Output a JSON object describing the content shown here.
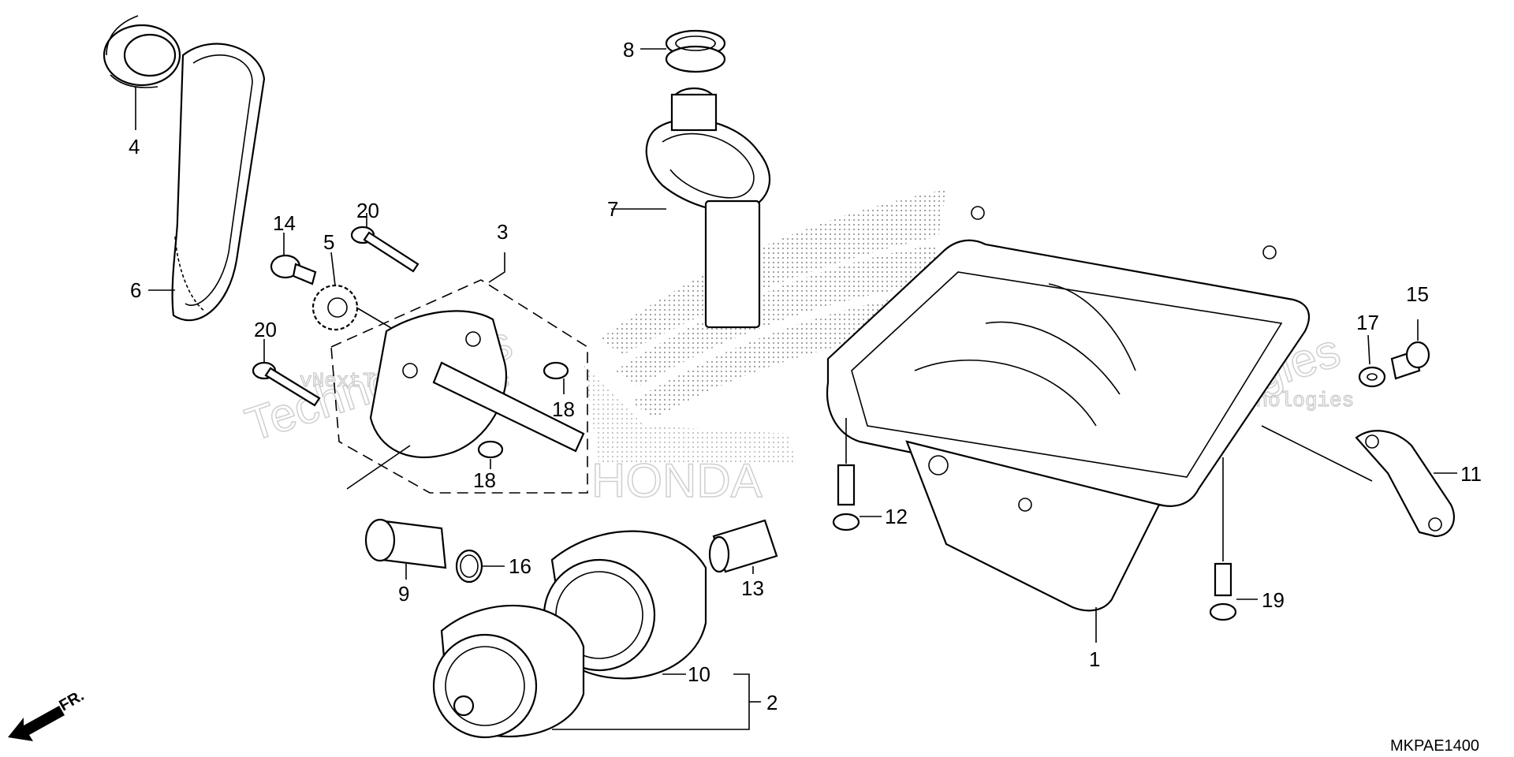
{
  "diagram": {
    "callouts": [
      {
        "id": "c1",
        "label": "1"
      },
      {
        "id": "c2",
        "label": "2"
      },
      {
        "id": "c3",
        "label": "3"
      },
      {
        "id": "c4",
        "label": "4"
      },
      {
        "id": "c5",
        "label": "5"
      },
      {
        "id": "c6",
        "label": "6"
      },
      {
        "id": "c7",
        "label": "7"
      },
      {
        "id": "c8",
        "label": "8"
      },
      {
        "id": "c9",
        "label": "9"
      },
      {
        "id": "c10",
        "label": "10"
      },
      {
        "id": "c11",
        "label": "11"
      },
      {
        "id": "c12",
        "label": "12"
      },
      {
        "id": "c13",
        "label": "13"
      },
      {
        "id": "c14",
        "label": "14"
      },
      {
        "id": "c15",
        "label": "15"
      },
      {
        "id": "c16",
        "label": "16"
      },
      {
        "id": "c17",
        "label": "17"
      },
      {
        "id": "c18a",
        "label": "18"
      },
      {
        "id": "c18b",
        "label": "18"
      },
      {
        "id": "c19",
        "label": "19"
      },
      {
        "id": "c20a",
        "label": "20"
      },
      {
        "id": "c20b",
        "label": "20"
      }
    ],
    "diagram_code": "MKPAE1400",
    "direction_label": "FR.",
    "watermark": {
      "line1": "vNext",
      "line2": "Technologies",
      "brand_background": "HONDA"
    }
  }
}
